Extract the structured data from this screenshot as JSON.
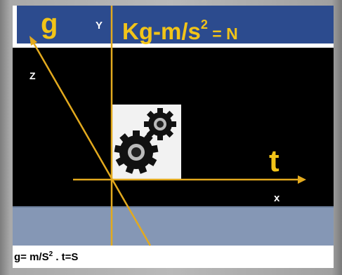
{
  "labels": {
    "g": "g",
    "y_axis": "Y",
    "z_axis": "Z",
    "x_axis": "x",
    "t": "t"
  },
  "formula": {
    "base": "Kg-m/s",
    "exponent": "2",
    "result": " = N"
  },
  "footer": {
    "prefix": "g= m/S",
    "exponent": "2",
    "suffix": "  . t=S"
  },
  "colors": {
    "axis": "#e3aa1e",
    "accent_text": "#f2c418",
    "header": "#2c4b8e",
    "ground": "#8597b5"
  },
  "icons": [
    "gears-icon",
    "arrow-icon"
  ]
}
